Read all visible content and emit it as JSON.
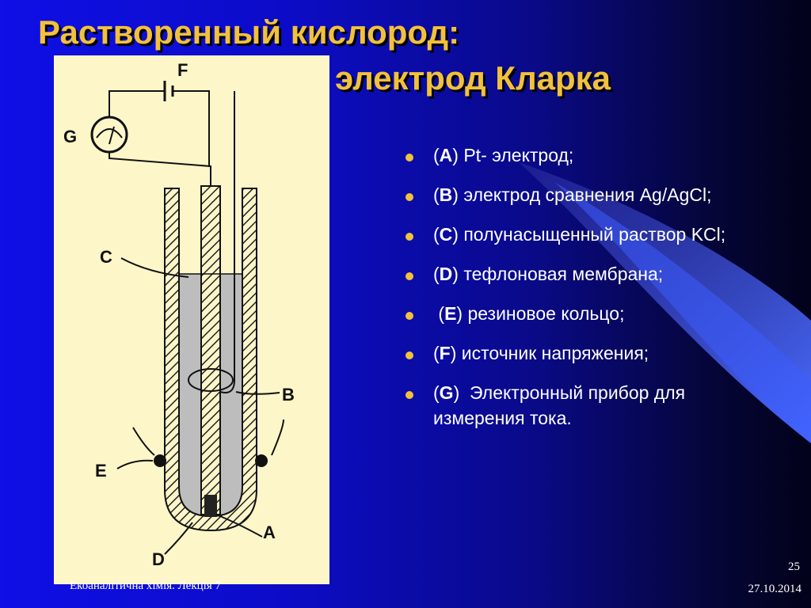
{
  "title": {
    "line1": "Растворенный кислород:",
    "line2": "электрод Кларка"
  },
  "figure": {
    "labels": {
      "a": "A",
      "b": "B",
      "c": "C",
      "d": "D",
      "e": "E",
      "f": "F",
      "g": "G"
    }
  },
  "bullets": [
    {
      "prefix": "(",
      "letter": "A",
      "suffix": ") Pt- электрод;"
    },
    {
      "prefix": "(",
      "letter": "B",
      "suffix": ") электрод сравнения Ag/AgCl;"
    },
    {
      "prefix": "(",
      "letter": "C",
      "suffix": ") полунасыщенный раствор KCl;"
    },
    {
      "prefix": "(",
      "letter": "D",
      "suffix": ") тефлоновая мембрана;"
    },
    {
      "prefix": " (",
      "letter": "E",
      "suffix": ") резиновое кольцо;"
    },
    {
      "prefix": "(",
      "letter": "F",
      "suffix": ") источник напряжения;"
    },
    {
      "prefix": "(",
      "letter": "G",
      "suffix": ")  Электронный прибор для измерения тока."
    }
  ],
  "footer": {
    "left": "Екоаналітична хімія. Лекція 7",
    "slide_number": "25",
    "date": "27.10.2014"
  },
  "colors": {
    "title": "#f2c13c",
    "bullet": "#f2c13c",
    "text": "#ffffff",
    "background": "#0c0cc8",
    "figure_bg": "#fdf6c8"
  }
}
